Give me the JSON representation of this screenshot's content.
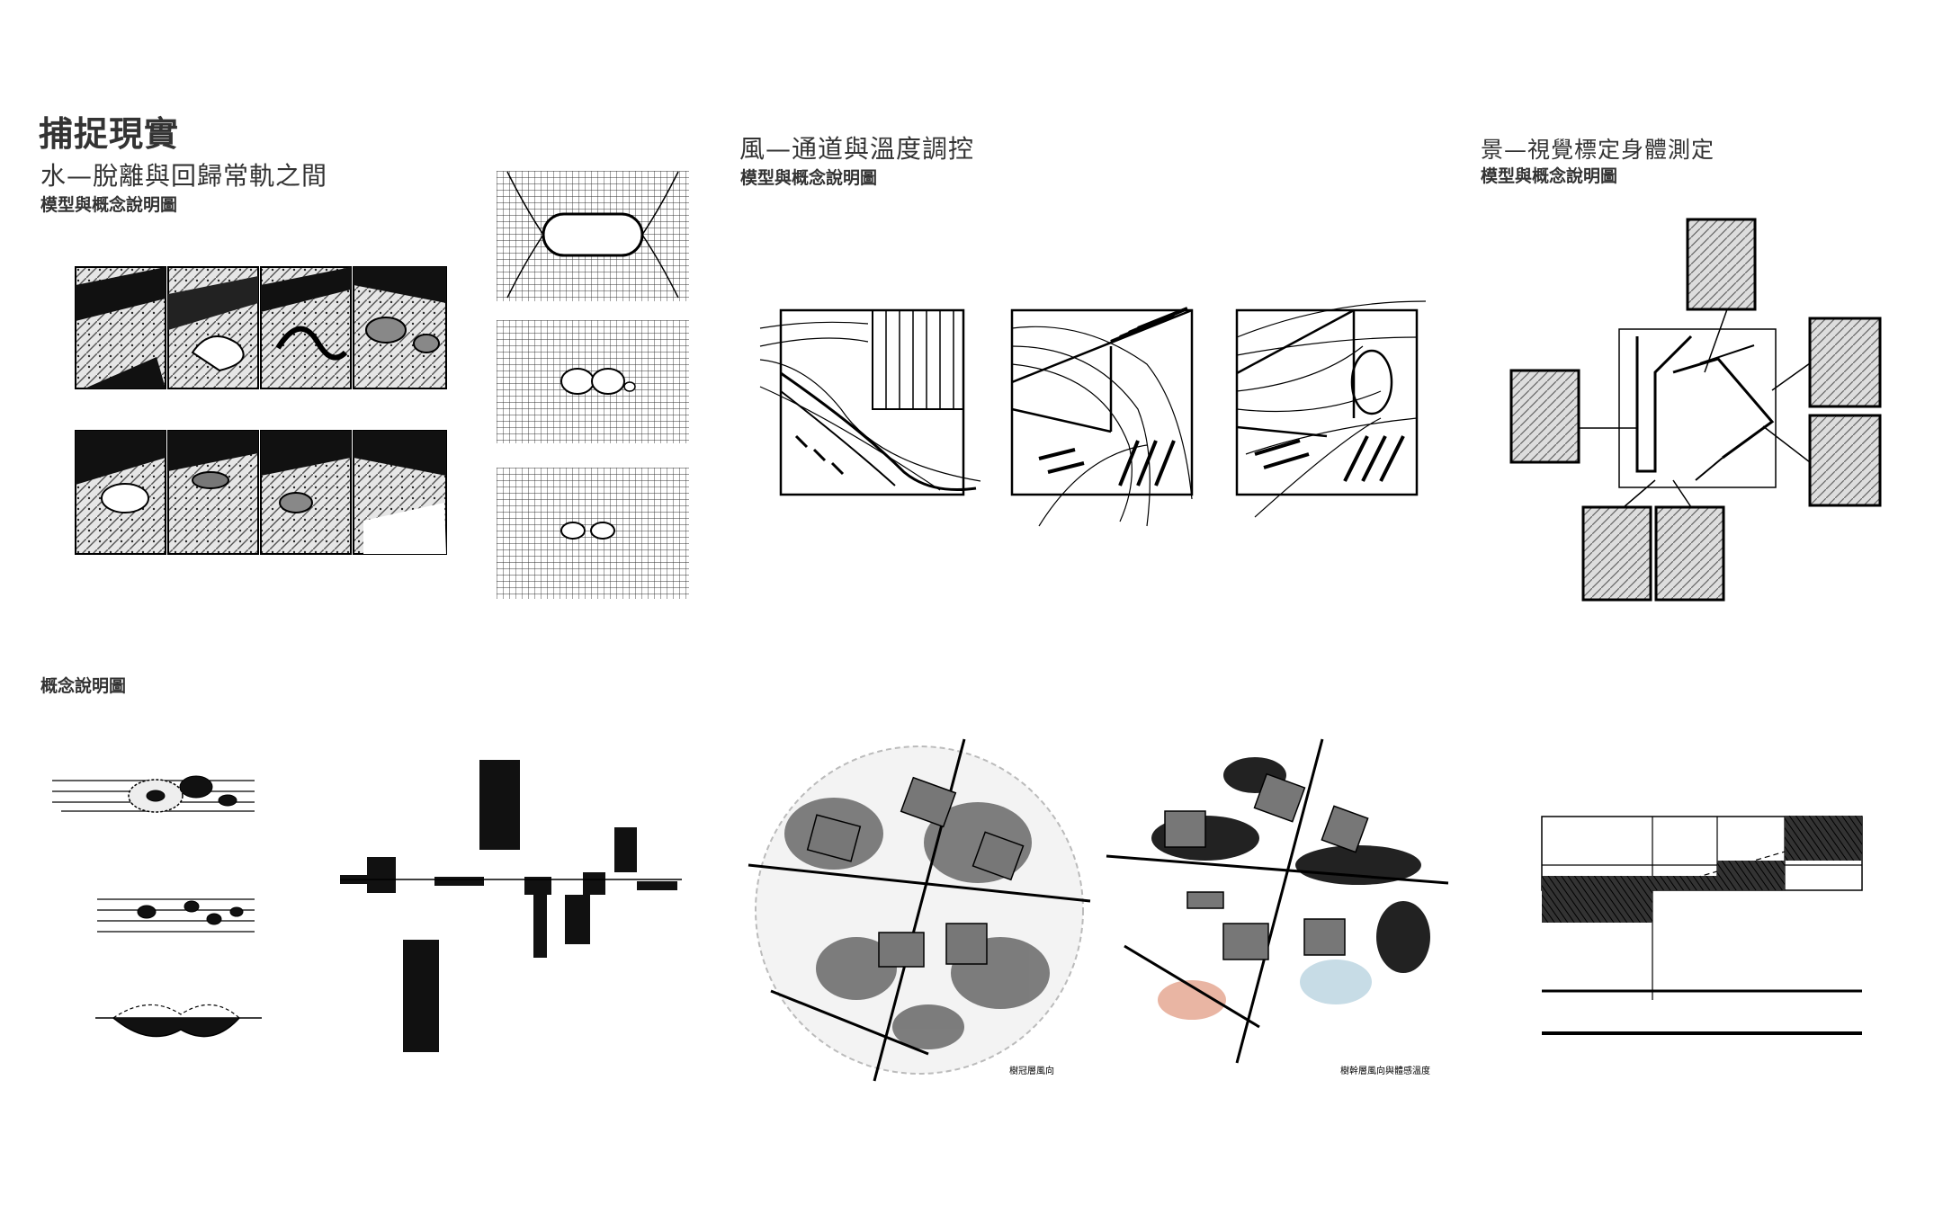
{
  "header": {
    "main_title": "捕捉現實"
  },
  "water": {
    "title": "水—脫離與回歸常軌之間",
    "subtitle": "模型與概念說明圖"
  },
  "wind": {
    "title": "風—通道與溫度調控",
    "subtitle": "模型與概念說明圖"
  },
  "view": {
    "title": "景—視覺標定身體測定",
    "subtitle": "模型與概念說明圖"
  },
  "concept": {
    "label": "概念說明圖"
  },
  "maps": {
    "note_left": "樹冠層風向",
    "note_right": "樹幹層風向與體感溫度"
  },
  "colors": {
    "ink": "#111111",
    "grey": "#777777",
    "accent_red": "#e3a38c",
    "accent_blue": "#b9d3e0"
  }
}
